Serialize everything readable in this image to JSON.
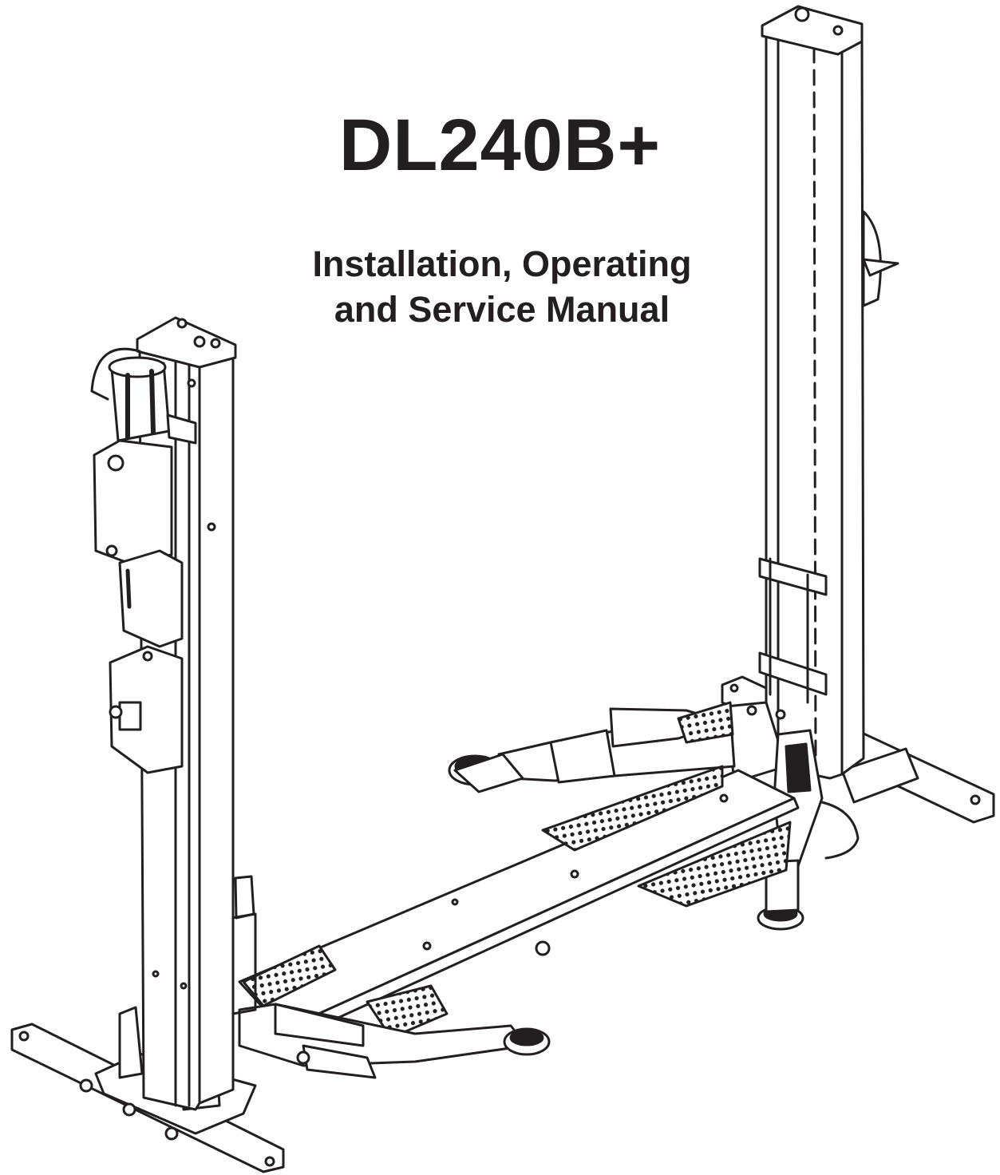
{
  "document": {
    "title": "DL240B+",
    "subtitle_line1": "Installation, Operating",
    "subtitle_line2": "and Service Manual"
  },
  "illustration": {
    "subject": "two-post-vehicle-lift",
    "ink_color": "#231f20",
    "paper_color": "#ffffff"
  }
}
